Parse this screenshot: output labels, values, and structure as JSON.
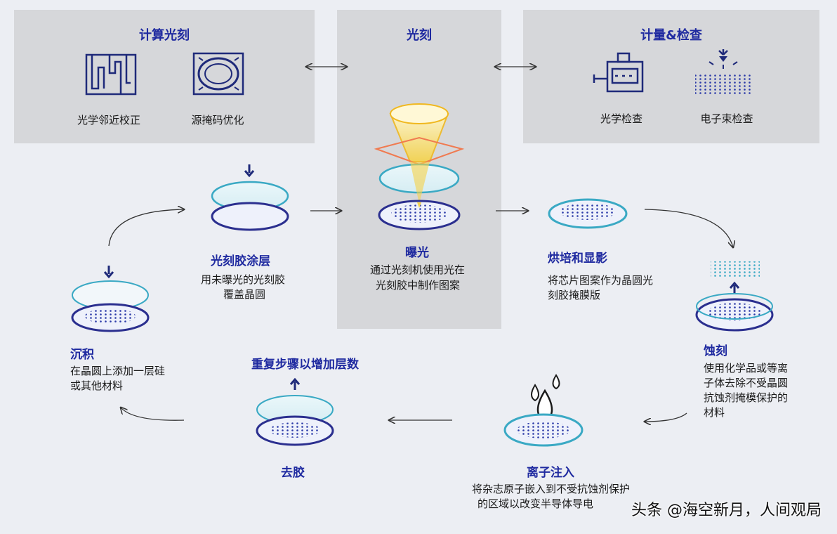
{
  "panels": {
    "computational": {
      "title": "计算光刻",
      "items": [
        "光学邻近校正",
        "源掩码优化"
      ]
    },
    "lithography": {
      "title": "光刻"
    },
    "metrology": {
      "title": "计量&检查",
      "items": [
        "光学检查",
        "电子束检查"
      ]
    }
  },
  "steps": {
    "coating": {
      "title": "光刻胶涂层",
      "desc": [
        "用未曝光的光刻胶",
        "覆盖晶圆"
      ]
    },
    "exposure": {
      "title": "曝光",
      "desc": [
        "通过光刻机使用光在",
        "光刻胶中制作图案"
      ]
    },
    "bake": {
      "title": "烘培和显影",
      "desc": [
        "将芯片图案作为晶圆光",
        "刻胶掩膜版"
      ]
    },
    "etch": {
      "title": "蚀刻",
      "desc": [
        "使用化学品或等离",
        "子体去除不受晶圆",
        "抗蚀剂掩模保护的",
        "材料"
      ]
    },
    "implant": {
      "title": "离子注入",
      "desc": [
        "将杂志原子嵌入到不受抗蚀剂保护",
        "的区域以改变半导体导电"
      ]
    },
    "strip": {
      "title": "去胶"
    },
    "repeat": {
      "title": "重复步骤以增加层数"
    },
    "deposition": {
      "title": "沉积",
      "desc": [
        "在晶圆上添加一层硅",
        "或其他材料"
      ]
    }
  },
  "watermark": "头条 @海空新月，人间观局",
  "colors": {
    "accent": "#1f2aa0",
    "wafer_edge": "#2b2f8f",
    "teal": "#3aa9c4",
    "panel": "#d6d7da"
  }
}
